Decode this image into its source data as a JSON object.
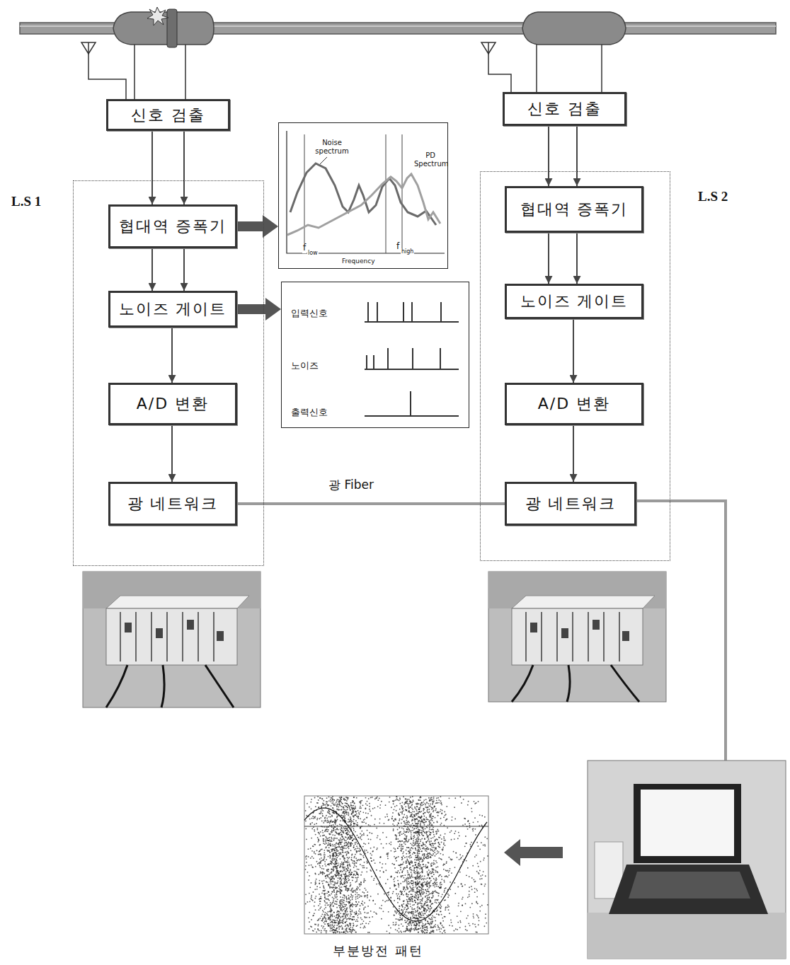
{
  "diagram": {
    "nodes": [
      {
        "text": [
          "신호 검출"
        ]
      },
      {
        "text": [
          "신호 검출"
        ]
      },
      {
        "text": [
          "L.S 1"
        ]
      },
      {
        "text": [
          "협대역 증폭기"
        ],
        "in": 2
      },
      {
        "text": [
          "노이즈 게이트"
        ],
        "in": 2
      },
      {
        "text": [
          "A/D 변환"
        ],
        "in": 2
      },
      {
        "text": [
          "광 네트워크"
        ],
        "in": 2
      },
      {
        "text": [
          "Noise spectrum",
          "PD Spectrum",
          "f",
          "low",
          "f",
          "high",
          "Frequency"
        ]
      },
      {
        "text": [
          "입력신호",
          "노이즈",
          "출력신호"
        ]
      },
      {
        "text": [
          "L.S 2"
        ]
      },
      {
        "text": [
          "협대역 증폭기"
        ],
        "in": 9
      },
      {
        "text": [
          "노이즈 게이트"
        ],
        "in": 9
      },
      {
        "text": [
          "A/D 변환"
        ],
        "in": 9
      },
      {
        "text": [
          "광 네트워크"
        ],
        "in": 9
      }
    ],
    "edges": [
      {
        "from": 0,
        "to": 3,
        "arrow": "to"
      },
      {
        "from": 0,
        "to": 3,
        "arrow": "to"
      },
      {
        "from": 3,
        "to": 4,
        "arrow": "to"
      },
      {
        "from": 3,
        "to": 4,
        "arrow": "to"
      },
      {
        "from": 4,
        "to": 5,
        "arrow": "to"
      },
      {
        "from": 5,
        "to": 6,
        "arrow": "to"
      },
      {
        "from": 3,
        "to": 7,
        "arrow": "to"
      },
      {
        "from": 4,
        "to": 8,
        "arrow": "to"
      },
      {
        "from": 6,
        "to": 13,
        "label": "광 Fiber",
        "arrow": "none"
      },
      {
        "from": 1,
        "to": 10,
        "arrow": "to"
      },
      {
        "from": 1,
        "to": 10,
        "arrow": "to"
      },
      {
        "from": 10,
        "to": 11,
        "arrow": "to"
      },
      {
        "from": 10,
        "to": 11,
        "arrow": "to"
      },
      {
        "from": 11,
        "to": 12,
        "arrow": "to"
      },
      {
        "from": 12,
        "to": 13,
        "arrow": "to"
      }
    ],
    "labels": [
      "부분방전 패턴"
    ]
  }
}
